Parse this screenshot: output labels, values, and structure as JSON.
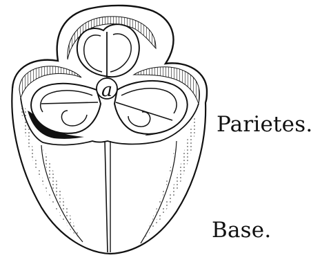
{
  "labels": {
    "parietes": "Parietes.",
    "base": "Base.",
    "center_mark": "a"
  },
  "colors": {
    "ink": "#111111",
    "background": "#ffffff"
  }
}
